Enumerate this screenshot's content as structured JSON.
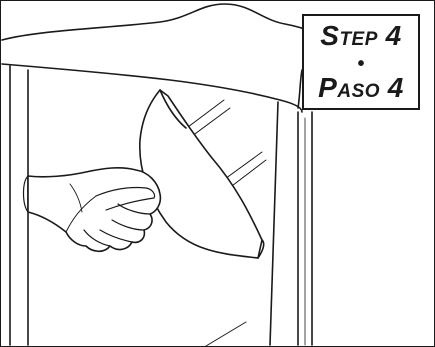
{
  "step_label": {
    "english_cap": "S",
    "english_rest": "TEP",
    "english_number": "4",
    "separator": "•",
    "spanish_cap": "P",
    "spanish_rest": "ASO",
    "spanish_number": "4"
  }
}
